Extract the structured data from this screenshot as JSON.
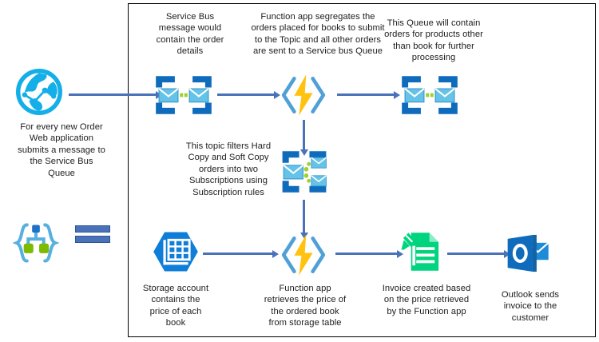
{
  "diagram": {
    "title": "Azure Order Processing Architecture",
    "frame": {
      "label": "azure-pipeline-frame"
    },
    "colors": {
      "azure_blue": "#0078d4",
      "azure_blue_dark": "#0f6cbd",
      "envelope_light": "#50b0e0",
      "envelope_lighter": "#7fd0f0",
      "function_yellow": "#ffc20e",
      "function_bracket": "#50a0d8",
      "green_node": "#7cbb00",
      "green_dot": "#a0d030",
      "invoice_green": "#00d47e",
      "outlook_blue": "#0f6cbd",
      "globe_cyan": "#14aee8",
      "arrow_blue": "#4a72b8",
      "logic_app_brace": "#57b0e0",
      "text": "#202020",
      "border": "#000000"
    },
    "captions": [
      {
        "id": "caption-service-bus-message",
        "text": "Service Bus\nmessage would\ncontain the order\ndetails"
      },
      {
        "id": "caption-function-segregates",
        "text": "Function app segregates the\norders placed for books to submit\nto the Topic and all other orders\nare sent to a Service bus Queue"
      },
      {
        "id": "caption-queue-other-products",
        "text": "This Queue will contain\norders for products other\nthan book for further\nprocessing"
      },
      {
        "id": "caption-web-app",
        "text": "For every new Order\nWeb application\nsubmits a message to\nthe Service Bus\nQueue"
      },
      {
        "id": "caption-topic-filters",
        "text": "This topic filters Hard\nCopy and Soft Copy\norders into two\nSubscriptions using\nSubscription rules"
      },
      {
        "id": "caption-storage-account",
        "text": "Storage account\ncontains the\nprice of each\nbook"
      },
      {
        "id": "caption-function-retrieves",
        "text": "Function app\nretrieves the price of\nthe ordered book\nfrom storage table"
      },
      {
        "id": "caption-invoice-created",
        "text": "Invoice created based\non the price retrieved\nby the Function app"
      },
      {
        "id": "caption-outlook-sends",
        "text": "Outlook sends\ninvoice to the\ncustomer"
      }
    ],
    "nodes": [
      {
        "id": "web-application",
        "icon": "globe-network-icon",
        "label": "Web Application"
      },
      {
        "id": "logic-app-legend",
        "icon": "logic-app-icon",
        "label": "Logic App"
      },
      {
        "id": "service-bus-queue-1",
        "icon": "service-bus-queue-icon",
        "label": "Service Bus Queue"
      },
      {
        "id": "function-app-1",
        "icon": "azure-function-icon",
        "label": "Function App"
      },
      {
        "id": "service-bus-queue-2",
        "icon": "service-bus-queue-icon",
        "label": "Service Bus Queue"
      },
      {
        "id": "service-bus-topic",
        "icon": "service-bus-topic-icon",
        "label": "Service Bus Topic"
      },
      {
        "id": "storage-account",
        "icon": "storage-account-icon",
        "label": "Storage Account"
      },
      {
        "id": "function-app-2",
        "icon": "azure-function-icon",
        "label": "Function App"
      },
      {
        "id": "invoice",
        "icon": "invoice-document-icon",
        "label": "Invoice"
      },
      {
        "id": "outlook",
        "icon": "outlook-icon",
        "label": "Outlook"
      }
    ],
    "flows": [
      {
        "id": "flow-web-to-queue1",
        "from": "web-application",
        "to": "service-bus-queue-1"
      },
      {
        "id": "flow-queue1-to-function1",
        "from": "service-bus-queue-1",
        "to": "function-app-1"
      },
      {
        "id": "flow-function1-to-queue2",
        "from": "function-app-1",
        "to": "service-bus-queue-2"
      },
      {
        "id": "flow-function1-to-topic",
        "from": "function-app-1",
        "to": "service-bus-topic"
      },
      {
        "id": "flow-topic-to-function2",
        "from": "service-bus-topic",
        "to": "function-app-2"
      },
      {
        "id": "flow-storage-to-function2",
        "from": "storage-account",
        "to": "function-app-2"
      },
      {
        "id": "flow-function2-to-invoice",
        "from": "function-app-2",
        "to": "invoice"
      },
      {
        "id": "flow-invoice-to-outlook",
        "from": "invoice",
        "to": "outlook"
      }
    ]
  }
}
